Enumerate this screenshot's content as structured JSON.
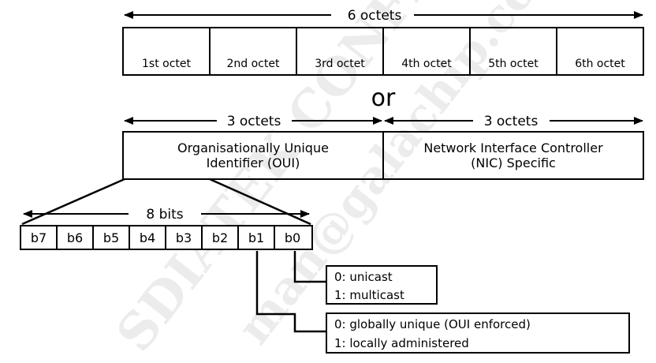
{
  "six_octets_label": "6 octets",
  "octets": [
    "1st octet",
    "2nd octet",
    "3rd octet",
    "4th octet",
    "5th octet",
    "6th octet"
  ],
  "or_label": "or",
  "oui_span_label": "3 octets",
  "nic_span_label": "3 octets",
  "oui_box": {
    "line1": "Organisationally Unique",
    "line2": "Identifier (OUI)"
  },
  "nic_box": {
    "line1": "Network Interface Controller",
    "line2": "(NIC) Specific"
  },
  "bits_label": "8 bits",
  "bits": [
    "b7",
    "b6",
    "b5",
    "b4",
    "b3",
    "b2",
    "b1",
    "b0"
  ],
  "b0_meaning": {
    "line1": "0: unicast",
    "line2": "1: multicast"
  },
  "b1_meaning": {
    "line1": "0: globally unique (OUI enforced)",
    "line2": "1: locally administered"
  },
  "watermarks": [
    "SDIATEK CONFIDENTIAL",
    "man@galachip.com"
  ]
}
